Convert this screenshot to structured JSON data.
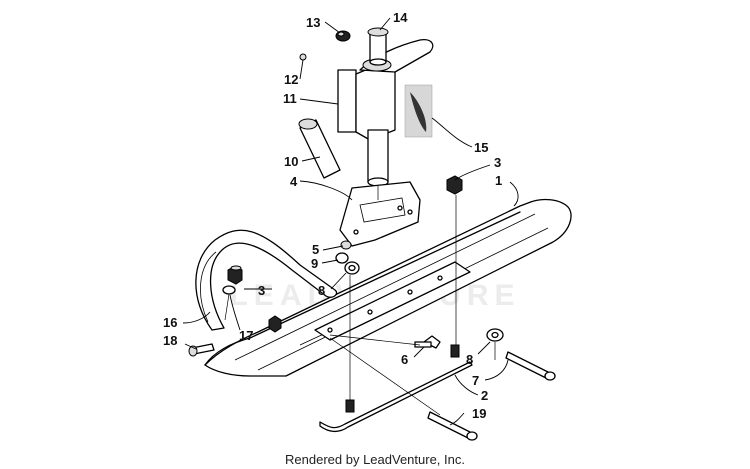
{
  "callouts": {
    "c1": "1",
    "c2": "2",
    "c3a": "3",
    "c3b": "3",
    "c4": "4",
    "c5": "5",
    "c6": "6",
    "c7": "7",
    "c8a": "8",
    "c8b": "8",
    "c9": "9",
    "c10": "10",
    "c11": "11",
    "c12": "12",
    "c13": "13",
    "c14": "14",
    "c15": "15",
    "c16": "16",
    "c17": "17",
    "c18": "18",
    "c19": "19"
  },
  "watermark": "LEADVENTURE",
  "footer": "Rendered by LeadVenture, Inc."
}
